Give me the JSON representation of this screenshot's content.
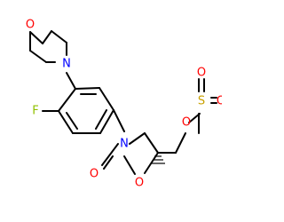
{
  "molecule": {
    "colors": {
      "bond": "#000000",
      "O": "#ff0000",
      "N": "#0000ff",
      "F": "#90c000",
      "S": "#c8a000",
      "stereo_H": "#000000"
    },
    "labels": {
      "morpholine_O": "O",
      "morpholine_N": "N",
      "fluorine": "F",
      "oxazolidinone_N": "N",
      "carbonyl_O": "O",
      "ring_O": "O",
      "ester_O": "O",
      "sulfur": "S",
      "sulfonyl_O_top": "O",
      "sulfonyl_O_right": "O"
    }
  }
}
